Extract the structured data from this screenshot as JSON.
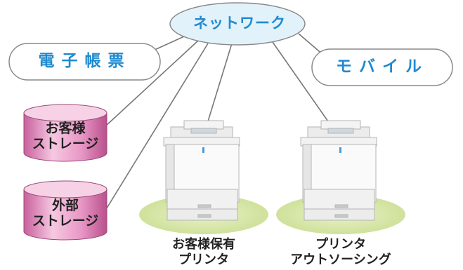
{
  "diagram": {
    "hub": {
      "label": "ネットワーク"
    },
    "nodes": {
      "e_form": {
        "label": "電子帳票"
      },
      "mobile": {
        "label": "モバイル"
      },
      "customer_storage": {
        "line1": "お客様",
        "line2": "ストレージ"
      },
      "external_storage": {
        "line1": "外部",
        "line2": "ストレージ"
      },
      "owned_printer": {
        "line1": "お客様保有",
        "line2": "プリンタ"
      },
      "outsourced_printer": {
        "line1": "プリンタ",
        "line2": "アウトソーシング"
      }
    }
  },
  "colors": {
    "accent_blue": "#1f8ad0",
    "cloud_fill": "#e2f2fb",
    "storage_pink": "#e48fbe",
    "ground_green": "#d6e6a8",
    "line_gray": "#777777"
  }
}
